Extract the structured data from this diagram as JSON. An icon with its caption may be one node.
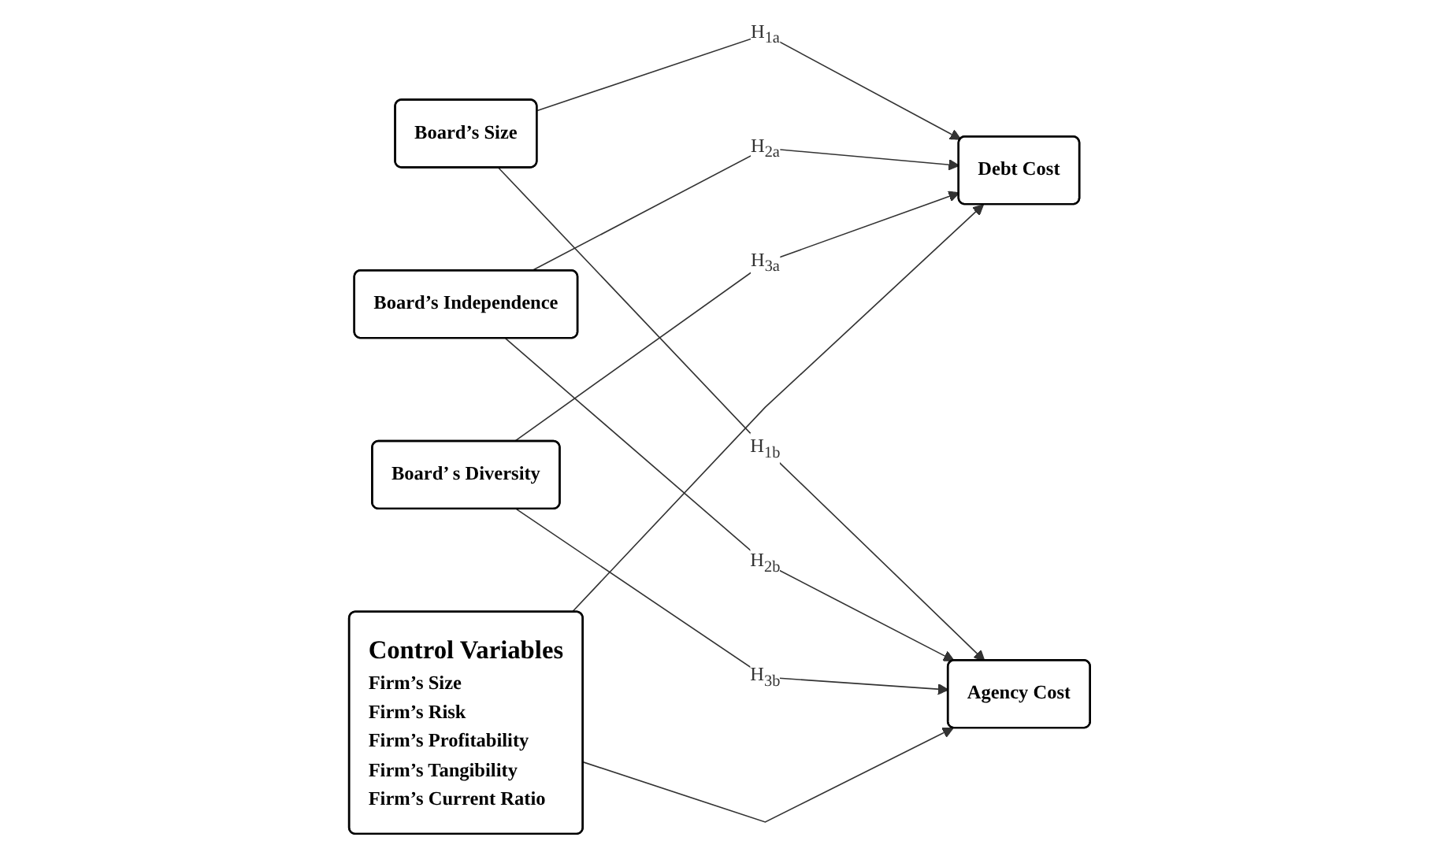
{
  "diagram": {
    "nodes": [
      {
        "text": [
          "Board’s Size"
        ]
      },
      {
        "text": [
          "Board’s Independence"
        ]
      },
      {
        "text": [
          "Board’ s Diversity"
        ]
      },
      {
        "text": [
          "Debt Cost"
        ]
      },
      {
        "text": [
          "Agency Cost"
        ]
      },
      {
        "text": [
          "Control Variables",
          "Firm’s Size",
          "Firm’s Risk",
          "Firm’s Profitability",
          "Firm’s Tangibility",
          "Firm’s Current Ratio"
        ]
      }
    ],
    "edges": [
      {
        "from": 0,
        "to": 3,
        "arrow": "to",
        "label": "H$_{1a}$"
      },
      {
        "from": 0,
        "to": 4,
        "arrow": "to",
        "label": "H$_{1b}$"
      },
      {
        "from": 1,
        "to": 3,
        "arrow": "to",
        "label": "H$_{2a}$"
      },
      {
        "from": 1,
        "to": 4,
        "arrow": "to",
        "label": "H$_{2b}$"
      },
      {
        "from": 2,
        "to": 3,
        "arrow": "to",
        "label": "H$_{3a}$"
      },
      {
        "from": 2,
        "to": 4,
        "arrow": "to",
        "label": "H$_{3b}$"
      },
      {
        "from": 5,
        "to": 3,
        "arrow": "to"
      },
      {
        "from": 5,
        "to": 4,
        "arrow": "to"
      }
    ]
  }
}
